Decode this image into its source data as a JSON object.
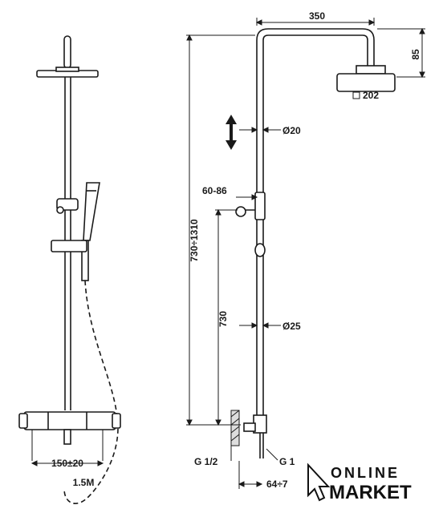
{
  "dimensions": {
    "shower_arm_width": "350",
    "head_height": "85",
    "head_size": "202",
    "pipe_upper": "Ø20",
    "slider_range": "60-86",
    "total_height": "730÷1310",
    "lower_height": "730",
    "pipe_lower": "Ø25",
    "connection_left": "G 1/2",
    "connection_right": "G 1",
    "wall_offset": "64÷7",
    "mixer_spacing": "150±20",
    "hose_length": "1.5M"
  },
  "logo": {
    "line1": "ONLINE",
    "line2": "MARKET"
  }
}
